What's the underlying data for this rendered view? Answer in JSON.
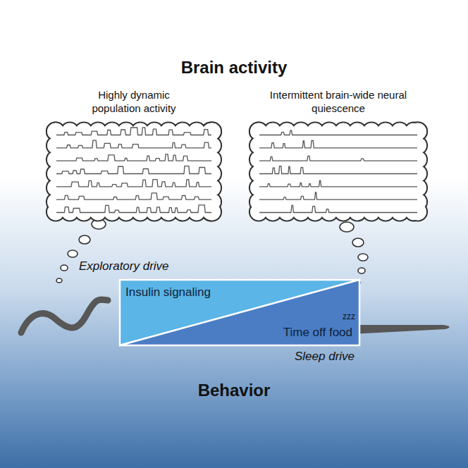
{
  "diagram": {
    "title": "Brain activity",
    "nodes": [
      {
        "text": [
          "Highly dynamic population activity"
        ]
      },
      {
        "text": [
          "Intermittent brain-wide neural quiescence"
        ]
      },
      {
        "text": [
          "Insulin signaling"
        ]
      },
      {
        "text": [
          "Time off food"
        ]
      }
    ],
    "labels": [
      "Exploratory drive",
      "zzz",
      "Sleep drive",
      "Behavior"
    ]
  }
}
